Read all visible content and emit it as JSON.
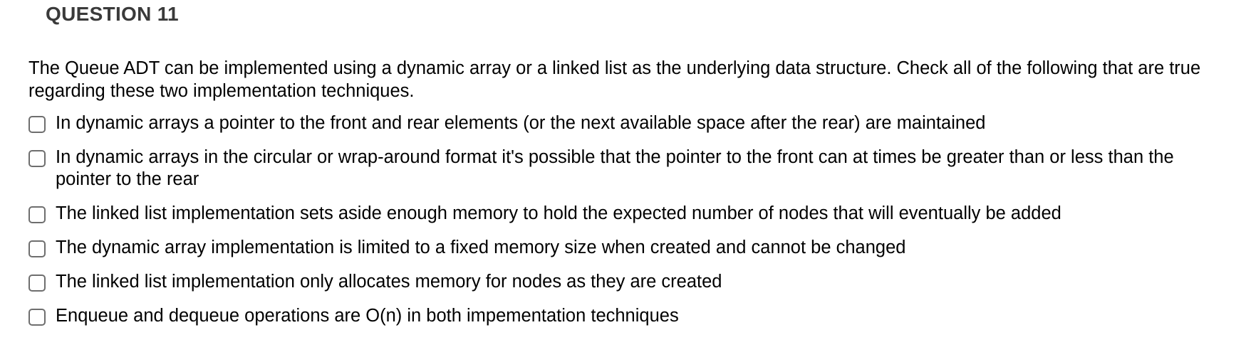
{
  "question": {
    "title": "QUESTION 11",
    "prompt": "The Queue ADT can be implemented using a dynamic array or a linked list as the underlying data structure.  Check all of the following that are true regarding these two implementation techniques.",
    "options": [
      {
        "label": "In dynamic arrays a pointer to the front and rear elements (or the next available space after the rear) are maintained",
        "checked": false
      },
      {
        "label": "In dynamic arrays in the circular or wrap-around format it's possible that the pointer to the front can at times be greater than or less than the pointer to the rear",
        "checked": false
      },
      {
        "label": "The linked list implementation sets aside enough memory to hold the expected number of nodes that will eventually be added",
        "checked": false
      },
      {
        "label": "The dynamic array implementation is limited to a fixed memory size when created and cannot be changed",
        "checked": false
      },
      {
        "label": "The linked list implementation only allocates memory for nodes as they are created",
        "checked": false
      },
      {
        "label": "Enqueue and dequeue operations are O(n) in both impementation techniques",
        "checked": false
      }
    ]
  },
  "colors": {
    "title": "#3a3a3a",
    "checkbox_border": "#6e6e6e",
    "text": "#000000"
  }
}
